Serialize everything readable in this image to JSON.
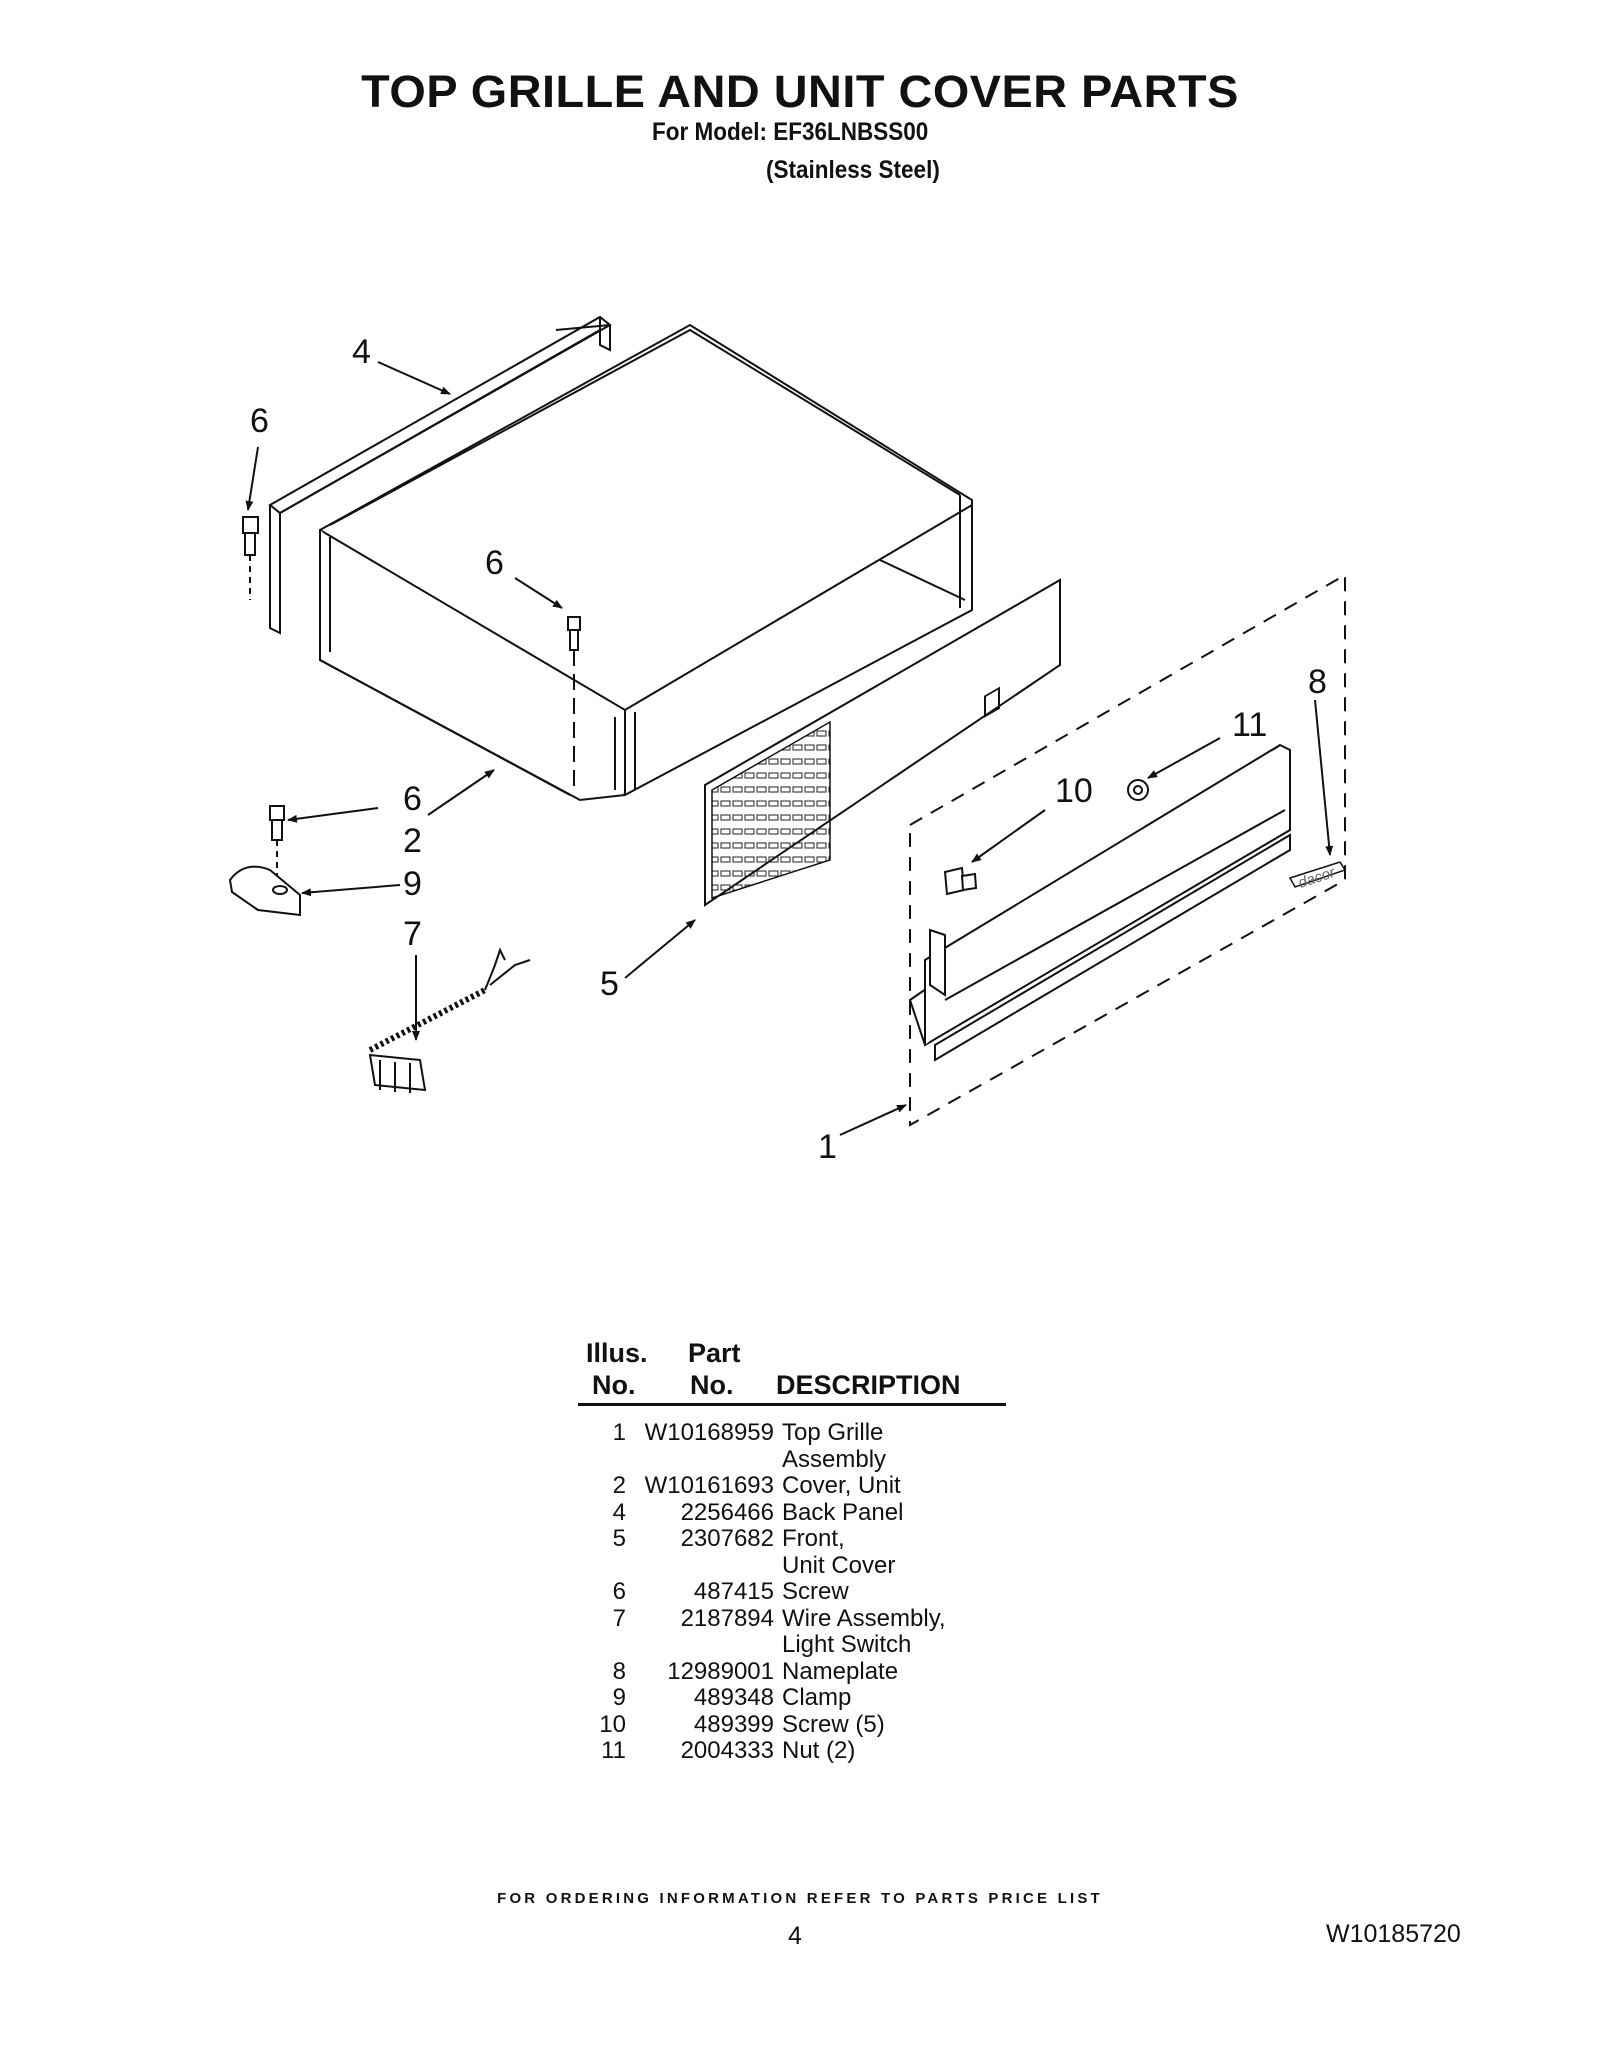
{
  "header": {
    "title": "TOP GRILLE AND UNIT COVER PARTS",
    "model_line": "For Model: EF36LNBSS00",
    "finish_line": "(Stainless Steel)"
  },
  "diagram": {
    "callouts": [
      "4",
      "6",
      "6",
      "6",
      "2",
      "9",
      "7",
      "5",
      "8",
      "11",
      "10",
      "1"
    ],
    "nameplate_logo": "dacor"
  },
  "parts_table": {
    "headers": {
      "illus_top": "Illus.",
      "illus_bottom": "No.",
      "part_top": "Part",
      "part_bottom": "No.",
      "description": "DESCRIPTION"
    },
    "rows": [
      {
        "no": "1",
        "part": "W10168959",
        "desc": "Top Grille"
      },
      {
        "no": "",
        "part": "",
        "desc": "Assembly"
      },
      {
        "no": "2",
        "part": "W10161693",
        "desc": "Cover, Unit"
      },
      {
        "no": "4",
        "part": "2256466",
        "desc": "Back Panel"
      },
      {
        "no": "5",
        "part": "2307682",
        "desc": "Front,"
      },
      {
        "no": "",
        "part": "",
        "desc": "Unit Cover"
      },
      {
        "no": "6",
        "part": "487415",
        "desc": "Screw"
      },
      {
        "no": "7",
        "part": "2187894",
        "desc": "Wire Assembly,"
      },
      {
        "no": "",
        "part": "",
        "desc": "Light Switch"
      },
      {
        "no": "8",
        "part": "12989001",
        "desc": "Nameplate"
      },
      {
        "no": "9",
        "part": "489348",
        "desc": "Clamp"
      },
      {
        "no": "10",
        "part": "489399",
        "desc": "Screw (5)"
      },
      {
        "no": "11",
        "part": "2004333",
        "desc": "Nut (2)"
      }
    ]
  },
  "footer": {
    "ordering_note": "FOR ORDERING INFORMATION REFER TO PARTS PRICE LIST",
    "page_number": "4",
    "document_number": "W10185720"
  }
}
